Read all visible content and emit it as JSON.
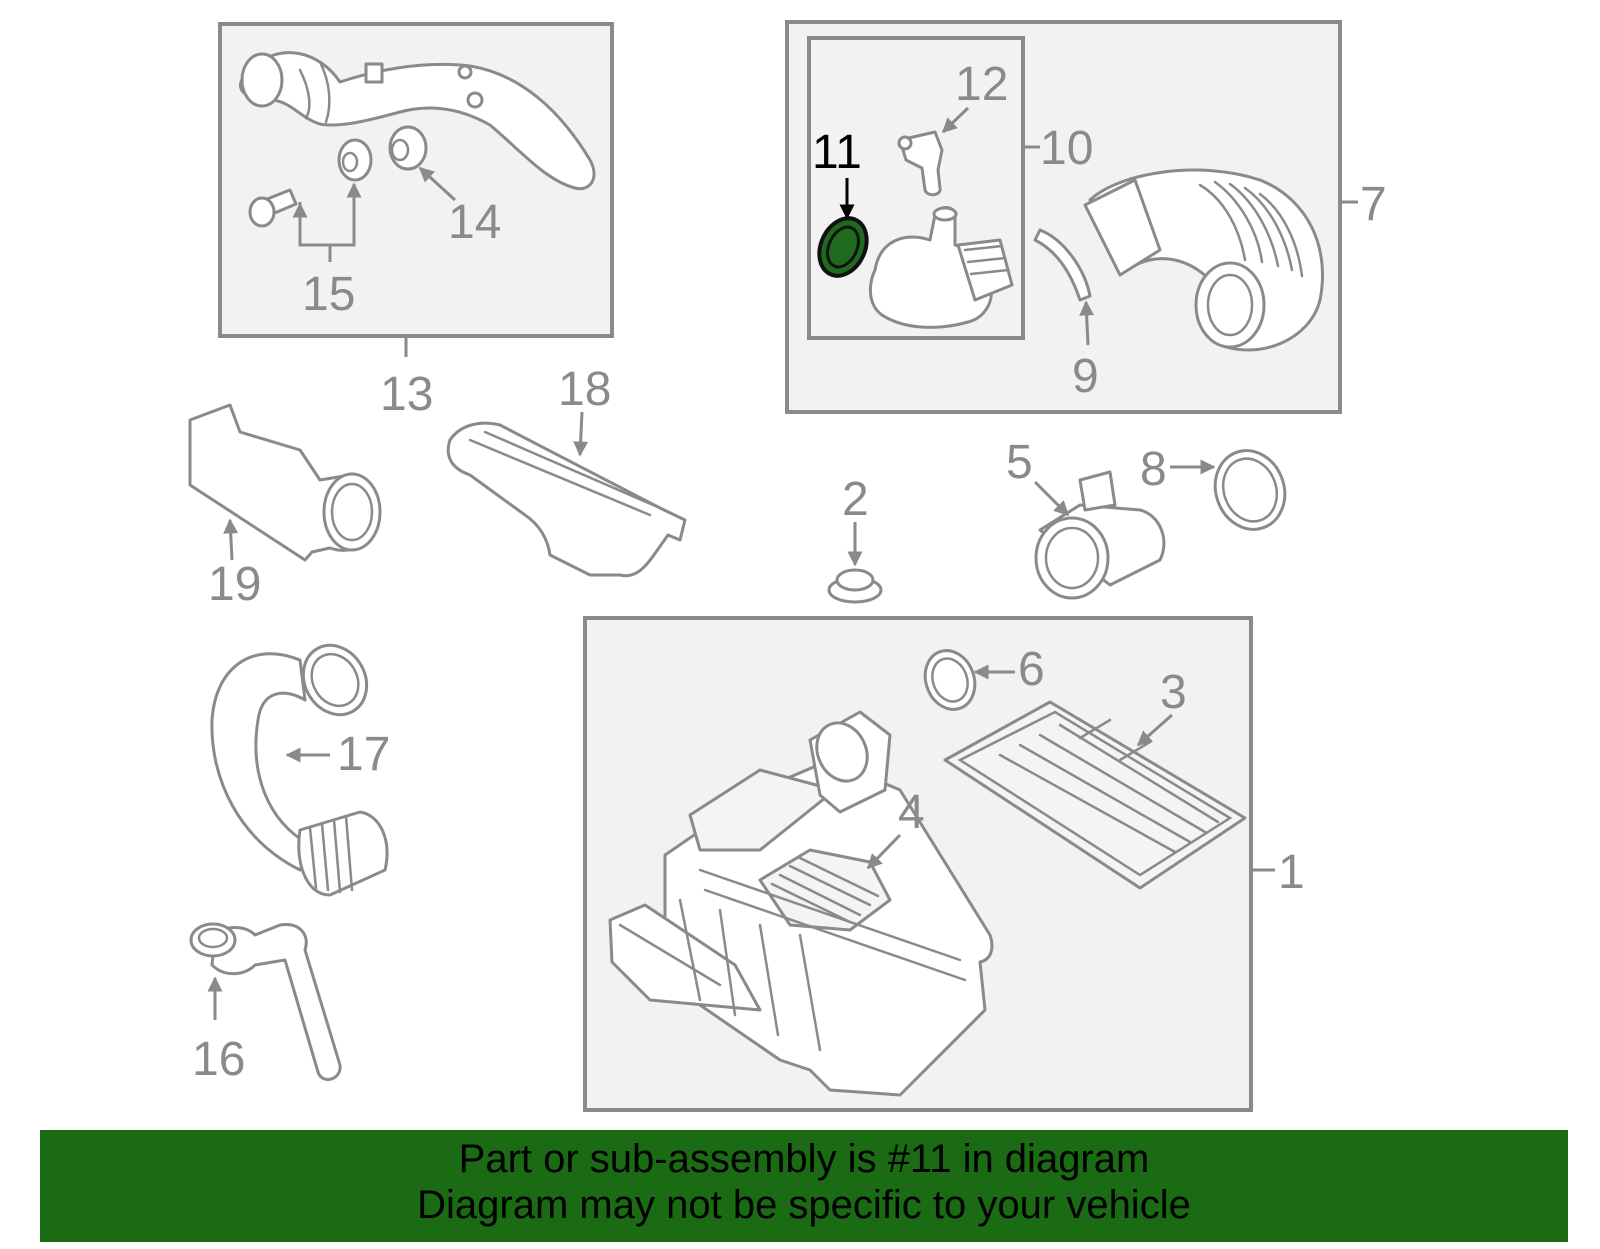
{
  "diagram": {
    "callouts": [
      "1",
      "2",
      "3",
      "4",
      "5",
      "6",
      "7",
      "8",
      "9",
      "10",
      "11",
      "12",
      "13",
      "14",
      "15",
      "16",
      "17",
      "18",
      "19"
    ],
    "highlighted_part": "11",
    "highlight_color": "#1e6b1e",
    "line_color": "#8a8a8a",
    "box_fill": "#f2f2f2"
  },
  "banner": {
    "line1": "Part or sub-assembly is #11 in diagram",
    "line2": "Diagram may not be specific to your vehicle",
    "background": "#1a6b14"
  }
}
